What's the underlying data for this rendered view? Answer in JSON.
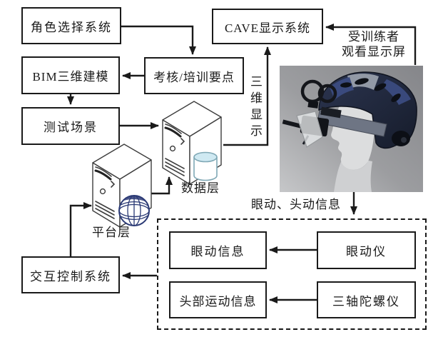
{
  "nodes": {
    "role_select": "角色选择系统",
    "cave": "CAVE显示系统",
    "bim": "BIM三维建模",
    "training": "考核/培训要点",
    "test_scene": "测试场景",
    "interact": "交互控制系统",
    "eye_info": "眼动信息",
    "eye_tracker": "眼动仪",
    "head_info": "头部运动信息",
    "gyro": "三轴陀螺仪"
  },
  "labels": {
    "data_layer": "数据层",
    "platform_layer": "平台层",
    "trainee_line1": "受训练者",
    "trainee_line2": "观看显示屏",
    "three_d_display": "三维显示",
    "eye_head_info": "眼动、头动信息"
  },
  "icons": {
    "data_server": "server-tower-icon",
    "platform_server": "server-tower-icon",
    "database": "database-cylinder-icon",
    "globe": "globe-icon",
    "photo": "hmd-helmet-photo"
  },
  "colors": {
    "line": "#1a1a1a",
    "box_border": "#1a1a1a",
    "background": "#ffffff",
    "cylinder_top": "#cfe9f2",
    "cylinder_stroke": "#7fa8b5",
    "globe_wire": "#2b3a75",
    "photo_bg_top": "#85868a",
    "photo_bg_bottom": "#c6c7c9",
    "helmet_dark": "#1e2535",
    "helmet_gray_panel": "#9299a6",
    "helmet_blue_panel": "#39497c",
    "head_skin": "#dcddde"
  }
}
